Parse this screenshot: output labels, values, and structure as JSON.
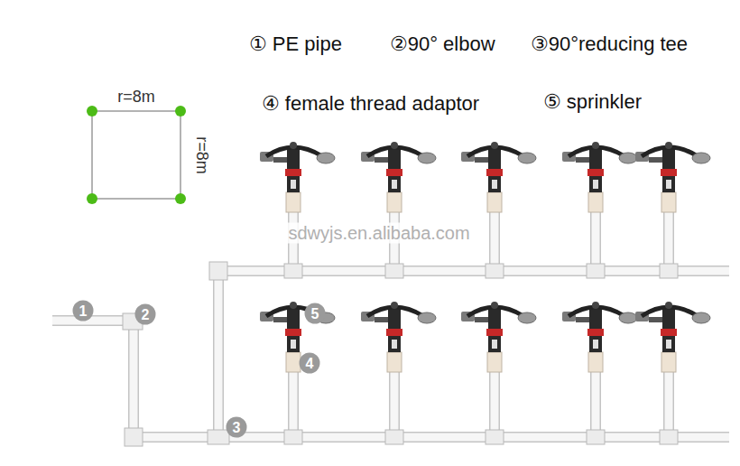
{
  "diagram": {
    "labels": [
      "① PE pipe",
      "②90° elbow",
      "③90°reducing tee",
      "④ female thread adaptor",
      "⑤ sprinkler",
      "r=8m",
      "r=8m",
      "sdwyjs.en.alibaba.com",
      "1",
      "2",
      "3",
      "4",
      "5"
    ]
  }
}
